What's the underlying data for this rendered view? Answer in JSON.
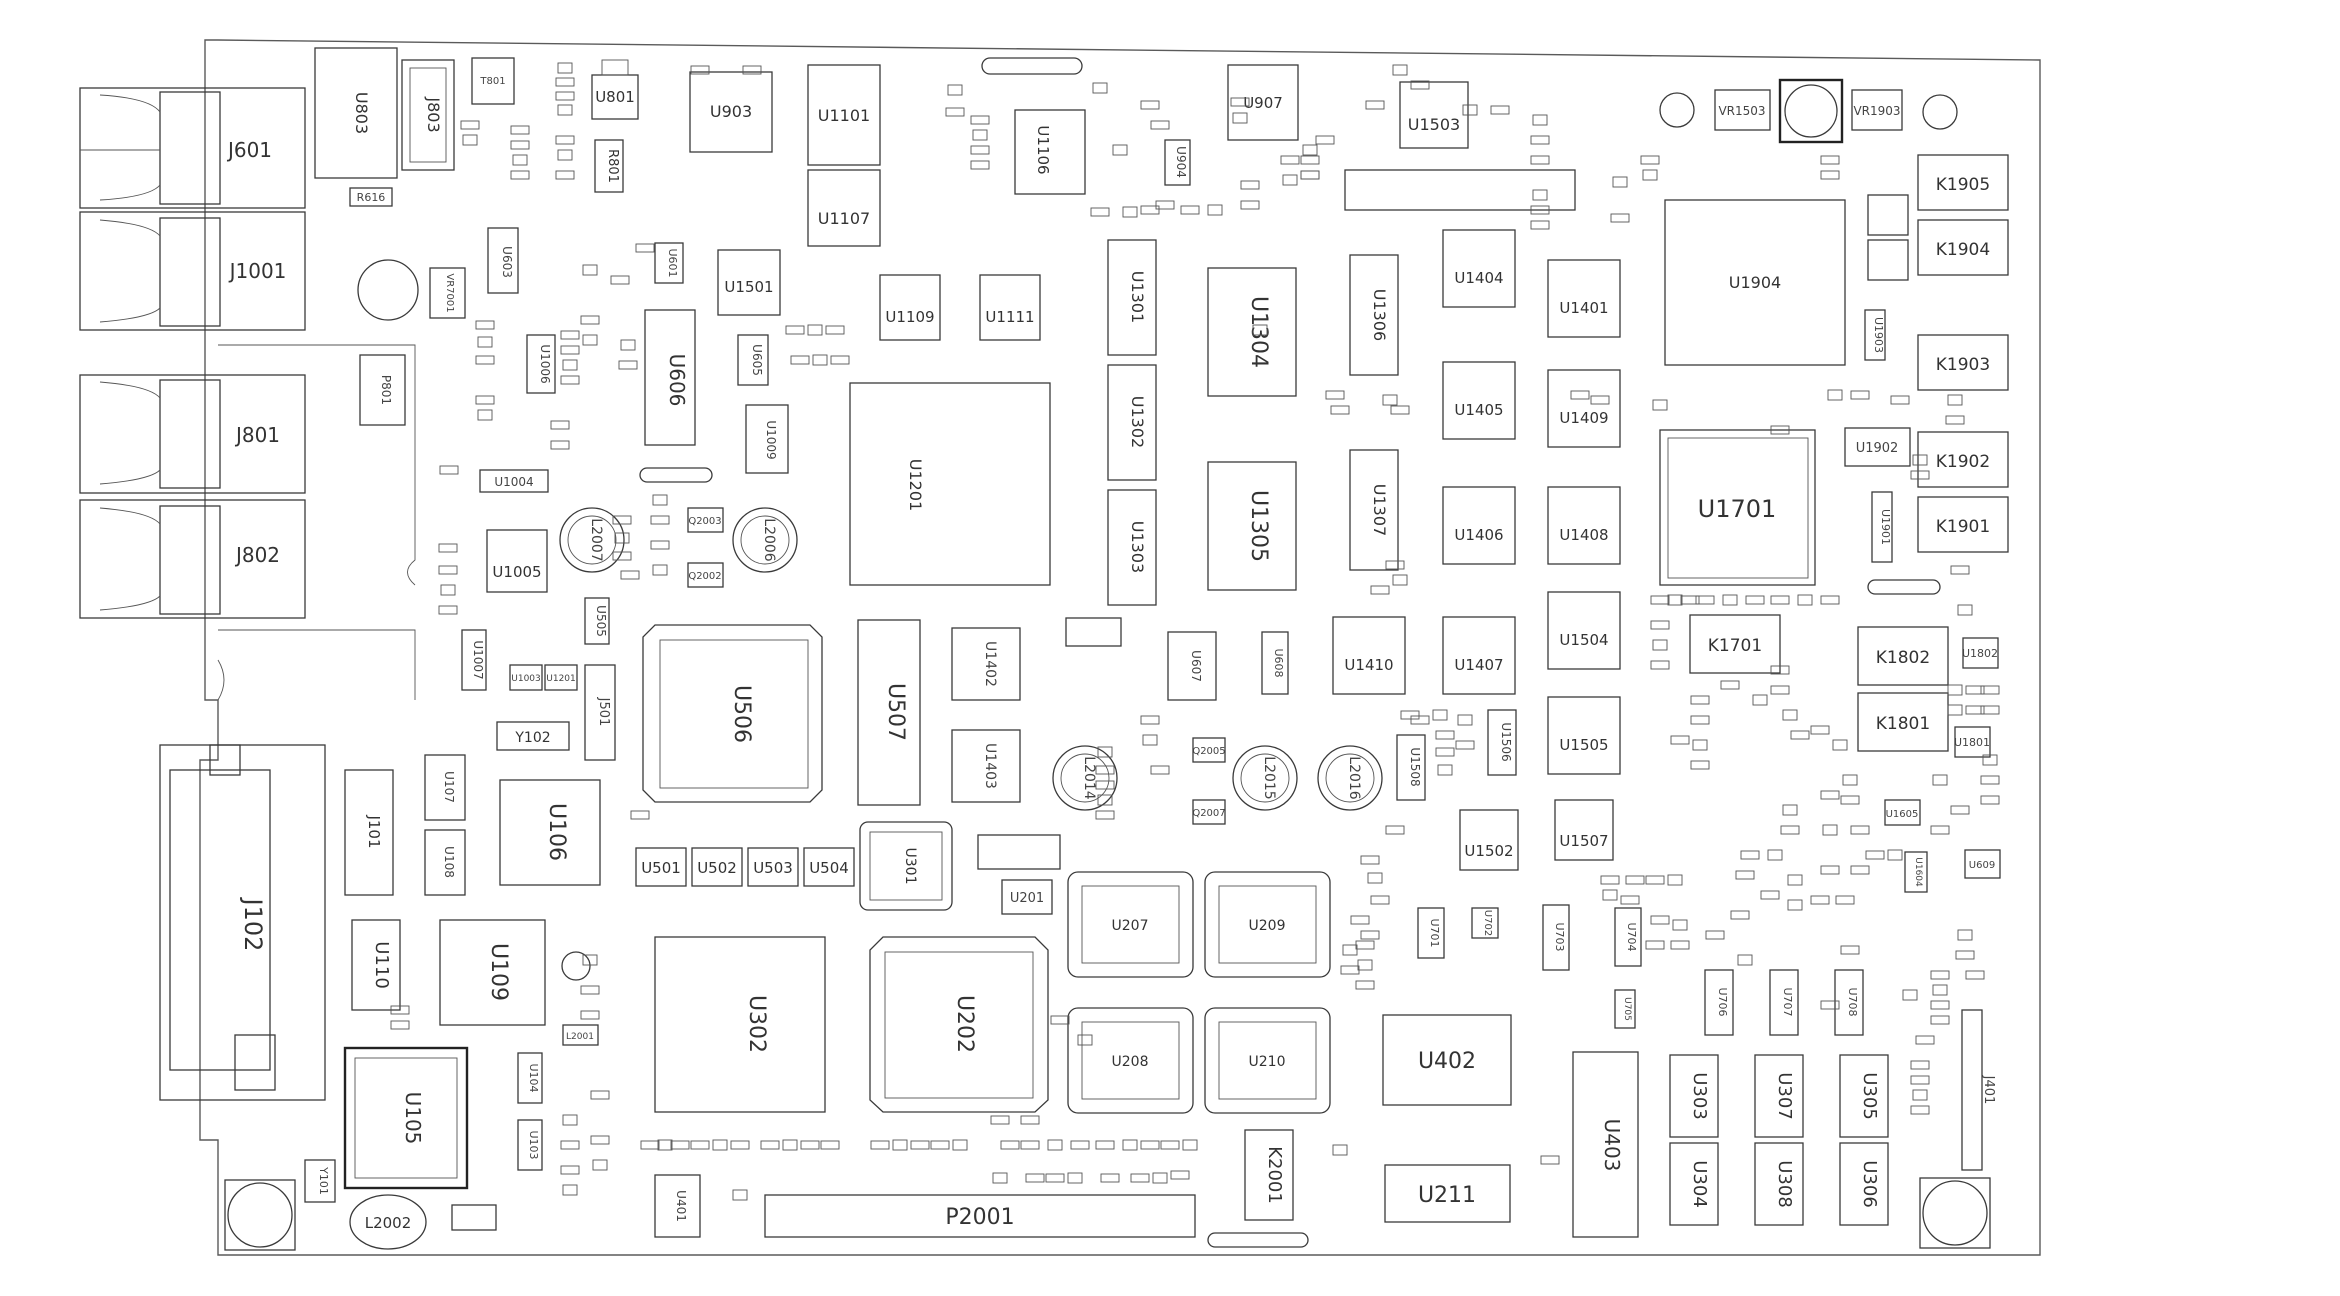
{
  "colors": {
    "background": "#ffffff",
    "stroke": "#3a3a3a"
  },
  "components": {
    "J601": "J601",
    "J1001": "J1001",
    "J801": "J801",
    "J802": "J802",
    "J102": "J102",
    "U803": "U803",
    "J803": "J803",
    "T801": "T801",
    "U801": "U801",
    "R801": "R801",
    "R616": "R616",
    "U903": "U903",
    "U1101": "U1101",
    "U1107": "U1107",
    "U1106": "U1106",
    "U907": "U907",
    "U904": "U904",
    "U1503": "U1503",
    "VR1503": "VR1503",
    "VR1903": "VR1903",
    "K1905": "K1905",
    "K1904": "K1904",
    "K1903": "K1903",
    "K1902": "K1902",
    "K1901": "K1901",
    "U1904": "U1904",
    "U1701": "U1701",
    "U1902": "U1902",
    "U603": "U603",
    "U601": "U601",
    "U606": "U606",
    "U605": "U605",
    "U1501": "U1501",
    "U1109": "U1109",
    "U1111": "U1111",
    "U1201": "U1201",
    "U1301": "U1301",
    "U1302": "U1302",
    "U1303": "U1303",
    "U1304": "U1304",
    "U1305": "U1305",
    "U1306": "U1306",
    "U1307": "U1307",
    "U1404": "U1404",
    "U1405": "U1405",
    "U1406": "U1406",
    "U1407": "U1407",
    "U1410": "U1410",
    "U1401": "U1401",
    "U1409": "U1409",
    "U1408": "U1408",
    "U1504": "U1504",
    "U1505": "U1505",
    "U1506": "U1506",
    "U1507": "U1507",
    "U1502": "U1502",
    "U1508": "U1508",
    "U1006": "U1006",
    "U1004": "U1004",
    "U1005": "U1005",
    "U1009": "U1009",
    "P801": "P801",
    "VR7001": "VR7001",
    "L2007": "L2007",
    "L2006": "L2006",
    "Q2003": "Q2003",
    "Q2002": "Q2002",
    "U505": "U505",
    "U1007": "U1007",
    "U1003": "U1003",
    "U1201b": "U1201",
    "J501": "J501",
    "Y102": "Y102",
    "U506": "U506",
    "U507": "U507",
    "U1402": "U1402",
    "U1403": "U1403",
    "U607": "U607",
    "U608": "U608",
    "L2014": "L2014",
    "L2015": "L2015",
    "L2016": "L2016",
    "Q2005": "Q2005",
    "Q2007": "Q2007",
    "K1701": "K1701",
    "K1802": "K1802",
    "K1801": "K1801",
    "U1801": "U1801",
    "U1802": "U1802",
    "U107": "U107",
    "U108": "U108",
    "J101": "J101",
    "U106": "U106",
    "U110": "U110",
    "U109": "U109",
    "U501": "U501",
    "U502": "U502",
    "U503": "U503",
    "U504": "U504",
    "U301": "U301",
    "U201": "U201",
    "U207": "U207",
    "U209": "U209",
    "U208": "U208",
    "U210": "U210",
    "U302": "U302",
    "U202": "U202",
    "U402": "U402",
    "U211": "U211",
    "U403": "U403",
    "U701": "U701",
    "U702": "U702",
    "U703": "U703",
    "U704": "U704",
    "U705": "U705",
    "U706": "U706",
    "U707": "U707",
    "U708": "U708",
    "U303": "U303",
    "U304": "U304",
    "U307": "U307",
    "U308": "U308",
    "U305": "U305",
    "U306": "U306",
    "J401": "J401",
    "U609": "U609",
    "U1604": "U1604",
    "U1605": "U1605",
    "U105": "U105",
    "U104": "U104",
    "U103": "U103",
    "L2002": "L2002",
    "L2001": "L2001",
    "Y101": "Y101",
    "U401": "U401",
    "P2001": "P2001",
    "K2001": "K2001",
    "U1903": "U1903",
    "U1901": "U1901"
  }
}
